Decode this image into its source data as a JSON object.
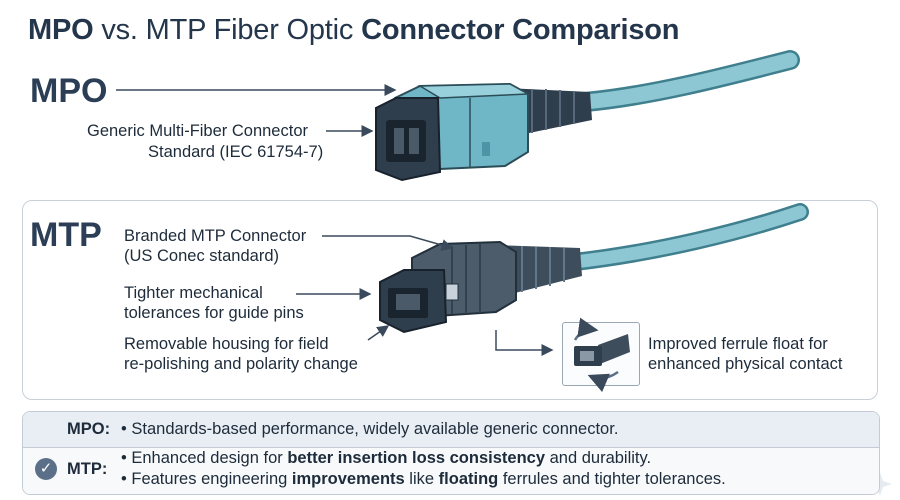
{
  "title": {
    "part1": "MPO",
    "part2": "vs. MTP Fiber Optic",
    "part3": "Connector Comparison"
  },
  "mpo": {
    "label": "MPO",
    "note_line1": "Generic Multi-Fiber Connector",
    "note_line2": "Standard (IEC 61754-7)"
  },
  "mtp": {
    "label": "MTP",
    "notes": [
      {
        "line1": "Branded MTP Connector",
        "line2": "(US Conec standard)"
      },
      {
        "line1": "Tighter mechanical",
        "line2": "tolerances for guide pins"
      },
      {
        "line1": "Removable housing for field",
        "line2": "re-polishing and polarity change"
      },
      {
        "line1": "Improved ferrule float for",
        "line2": "enhanced physical contact"
      }
    ]
  },
  "summary": {
    "mpo_label": "MPO:",
    "mpo_text": "Standards-based performance, widely available generic connector.",
    "mtp_label": "MTP:",
    "mtp_line1_a": "Enhanced design for",
    "mtp_line1_b": "better insertion loss consistency",
    "mtp_line1_c": "and durability.",
    "mtp_line2_a": "Features engineering",
    "mtp_line2_b": "improvements",
    "mtp_line2_c": "like",
    "mtp_line2_d": "floating",
    "mtp_line2_e": "ferrules and tighter tolerances.",
    "bullet": "•"
  },
  "colors": {
    "title_dark": "#24364b",
    "mpo_housing": "#6fb6c6",
    "connector_dark": "#2f3e4c",
    "cable": "#8cc7d3",
    "mtp_housing": "#4c5c6b"
  },
  "icons": {
    "check": "check-circle-icon",
    "arrow": "leader-arrow-icon"
  }
}
